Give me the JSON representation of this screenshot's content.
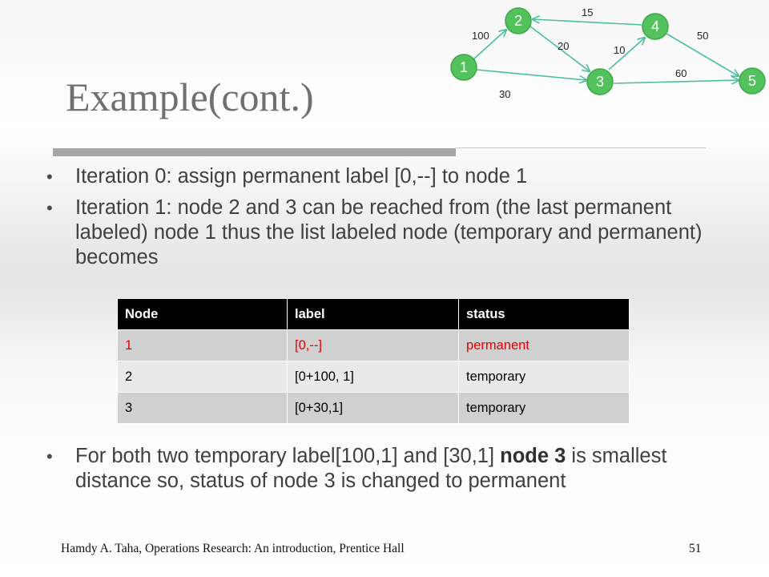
{
  "title": "Example(cont.)",
  "graph": {
    "nodes": [
      "1",
      "2",
      "3",
      "4",
      "5"
    ],
    "edge_labels": {
      "e12": "100",
      "e13": "30",
      "e23": "20",
      "e42": "15",
      "e34": "10",
      "e45": "50",
      "e35": "60"
    },
    "node_color": "#53c25d",
    "edge_color": "#4cbf9a"
  },
  "bullets": [
    "Iteration 0: assign permanent label [0,--] to node 1",
    "Iteration 1: node 2 and 3 can be reached from (the last permanent labeled) node 1 thus the list labeled node (temporary and permanent) becomes"
  ],
  "table": {
    "headers": [
      "Node",
      "label",
      "status"
    ],
    "rows": [
      [
        "1",
        "[0,--]",
        "permanent"
      ],
      [
        "2",
        "[0+100, 1]",
        "temporary"
      ],
      [
        "3",
        "[0+30,1]",
        "temporary"
      ]
    ],
    "highlight_color": "#e60000"
  },
  "bullet3": {
    "part1": "For both two temporary label[100,1] and [30,1] ",
    "bold": "node 3",
    "part2": " is smallest distance so, status of node 3 is changed to permanent"
  },
  "footer": {
    "citation": "Hamdy A. Taha, Operations Research: An introduction, Prentice Hall",
    "page_number": "51"
  }
}
